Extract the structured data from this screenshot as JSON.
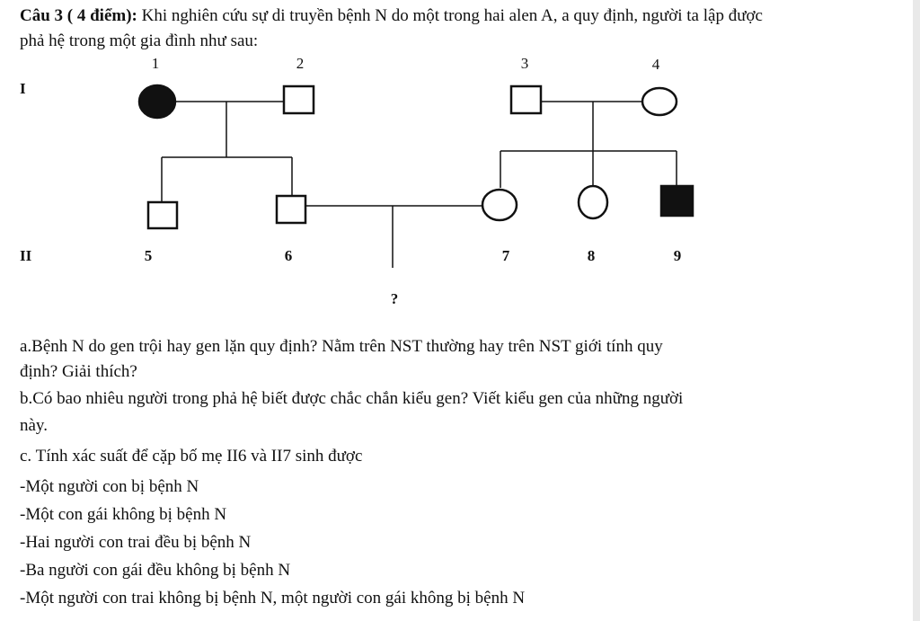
{
  "question": {
    "title": "Câu 3 ( 4 điểm):",
    "intro_rest": " Khi nghiên cứu sự di truyền bệnh N do một trong hai alen A, a quy định, người ta lập được",
    "intro_line2": "phả hệ trong một gia đình như sau:"
  },
  "pedigree": {
    "generations": [
      "I",
      "II"
    ],
    "individuals": {
      "p1": {
        "number": "1",
        "sex": "female",
        "affected": true
      },
      "p2": {
        "number": "2",
        "sex": "male",
        "affected": false
      },
      "p3": {
        "number": "3",
        "sex": "male",
        "affected": false
      },
      "p4": {
        "number": "4",
        "sex": "female",
        "affected": false
      },
      "p5": {
        "number": "5",
        "sex": "male",
        "affected": false
      },
      "p6": {
        "number": "6",
        "sex": "male",
        "affected": false
      },
      "p7": {
        "number": "7",
        "sex": "female",
        "affected": false
      },
      "p8": {
        "number": "8",
        "sex": "female",
        "affected": false
      },
      "p9": {
        "number": "9",
        "sex": "male",
        "affected": true
      }
    },
    "unknown_child": "?"
  },
  "parts": {
    "a_line1": "a.Bệnh N do gen trội hay gen lặn quy định? Nằm trên NST thường hay trên NST giới tính quy",
    "a_line2": "định? Giải thích?",
    "b_line1": "b.Có bao nhiêu người trong phả hệ biết được chắc chắn kiểu gen? Viết kiểu gen của những người",
    "b_line2": "này.",
    "c_intro": "c. Tính xác suất để cặp bố mẹ II6 và II7 sinh được",
    "c_items": [
      "-Một người con bị bệnh N",
      "-Một con gái không bị bệnh N",
      "-Hai người con trai đều bị bệnh N",
      "-Ba người con gái đều không bị bệnh N",
      "-Một người con trai không bị bệnh N, một người con gái không bị bệnh N"
    ]
  }
}
